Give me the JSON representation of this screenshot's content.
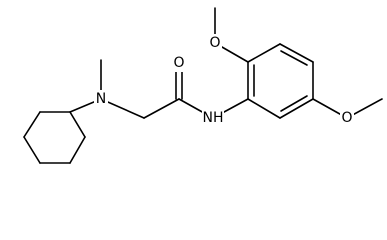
{
  "molecule": {
    "atoms": {
      "O_carbonyl": "O",
      "N_amine": "N",
      "NH_amide": "NH",
      "O_ortho": "O",
      "O_meta": "O"
    }
  },
  "colors": {
    "background": "#ffffff",
    "bond": "#000000",
    "text": "#000000"
  }
}
